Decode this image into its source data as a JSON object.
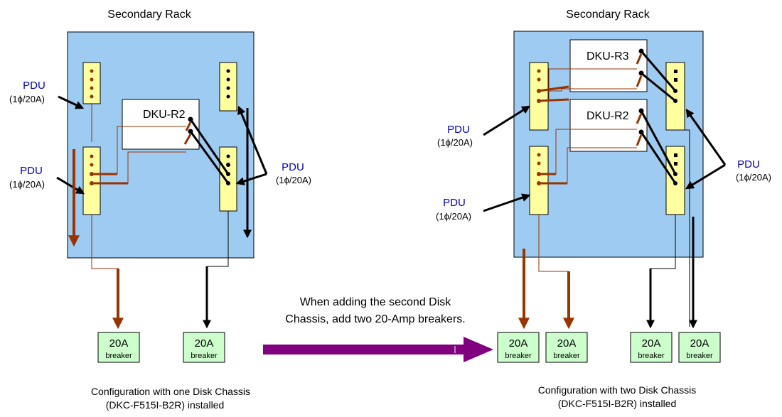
{
  "left": {
    "rack_title": "Secondary Rack",
    "dku_label": "DKU-R2",
    "pdu_top_left": {
      "name": "PDU",
      "rating": "(1ϕ/20A)"
    },
    "pdu_bottom_left": {
      "name": "PDU",
      "rating": "(1ϕ/20A)"
    },
    "pdu_right": {
      "name": "PDU",
      "rating": "(1ϕ/20A)"
    },
    "breakers": [
      {
        "amp": "20A",
        "label": "breaker"
      },
      {
        "amp": "20A",
        "label": "breaker"
      }
    ],
    "caption_line1": "Configuration with one Disk Chassis",
    "caption_line2": "(DKC-F515I-B2R) installed"
  },
  "right": {
    "rack_title": "Secondary Rack",
    "dku_top_label": "DKU-R3",
    "dku_bottom_label": "DKU-R2",
    "pdu_upper_left": {
      "name": "PDU",
      "rating": "(1ϕ/20A)"
    },
    "pdu_lower_left": {
      "name": "PDU",
      "rating": "(1ϕ/20A)"
    },
    "pdu_right": {
      "name": "PDU",
      "rating": "(1ϕ/20A)"
    },
    "breakers": [
      {
        "amp": "20A",
        "label": "breaker"
      },
      {
        "amp": "20A",
        "label": "breaker"
      },
      {
        "amp": "20A",
        "label": "breaker"
      },
      {
        "amp": "20A",
        "label": "breaker"
      }
    ],
    "caption_line1": "Configuration with two Disk Chassis",
    "caption_line2": "(DKC-F515I-B2R) installed"
  },
  "transition": {
    "line1": "When adding the second  Disk",
    "line2": "Chassis, add two 20-Amp breakers."
  },
  "colors": {
    "rack_fill": "#9ecbf2",
    "pdu_fill": "#ffffa0",
    "breaker_fill": "#ccffcc",
    "cable_brown": "#993300",
    "cable_black": "#000000",
    "pdu_label_blue": "#0000cc",
    "big_arrow_purple": "#800080"
  }
}
